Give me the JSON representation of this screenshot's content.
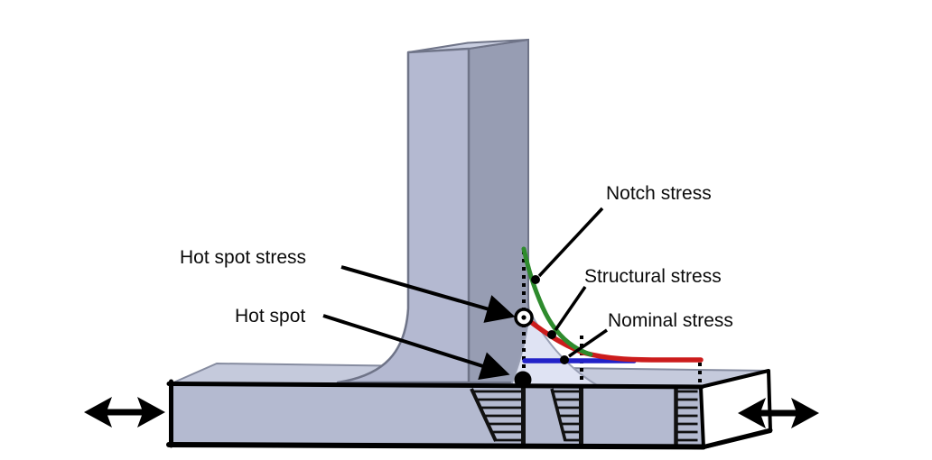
{
  "figure": {
    "kind": "welded-T-joint-stress-distribution-diagram",
    "labels": {
      "notch_stress": "Notch stress",
      "structural_stress": "Structural stress",
      "nominal_stress": "Nominal stress",
      "hot_spot_stress": "Hot spot stress",
      "hot_spot": "Hot spot"
    },
    "curves": [
      {
        "name": "Notch stress",
        "color": "#2e8b2d"
      },
      {
        "name": "Structural stress",
        "color": "#cc1c1c"
      },
      {
        "name": "Nominal stress",
        "color": "#2222c8"
      }
    ],
    "colors": {
      "notch_curve": "#2e8b2d",
      "structural_curve": "#cc1c1c",
      "nominal_line": "#2222c8",
      "plate_top_face": "#c5cadc",
      "plate_front_face": "#b4bad0",
      "plate_end_face": "#ffffff",
      "stiffener_front_face": "#b4b9d1",
      "stiffener_side_face": "#979db3",
      "stiffener_top_face": "#c9cee0",
      "weld_fillet_face": "#dfe3f3",
      "annotation": "#000000"
    },
    "markers": {
      "hot_spot_stress_point": "open-circle-with-center-dot",
      "hot_spot_point": "filled-black-circle"
    },
    "icons": {
      "left_load_arrow": "double-headed-horizontal-arrow",
      "right_load_arrow": "double-headed-horizontal-arrow"
    }
  }
}
